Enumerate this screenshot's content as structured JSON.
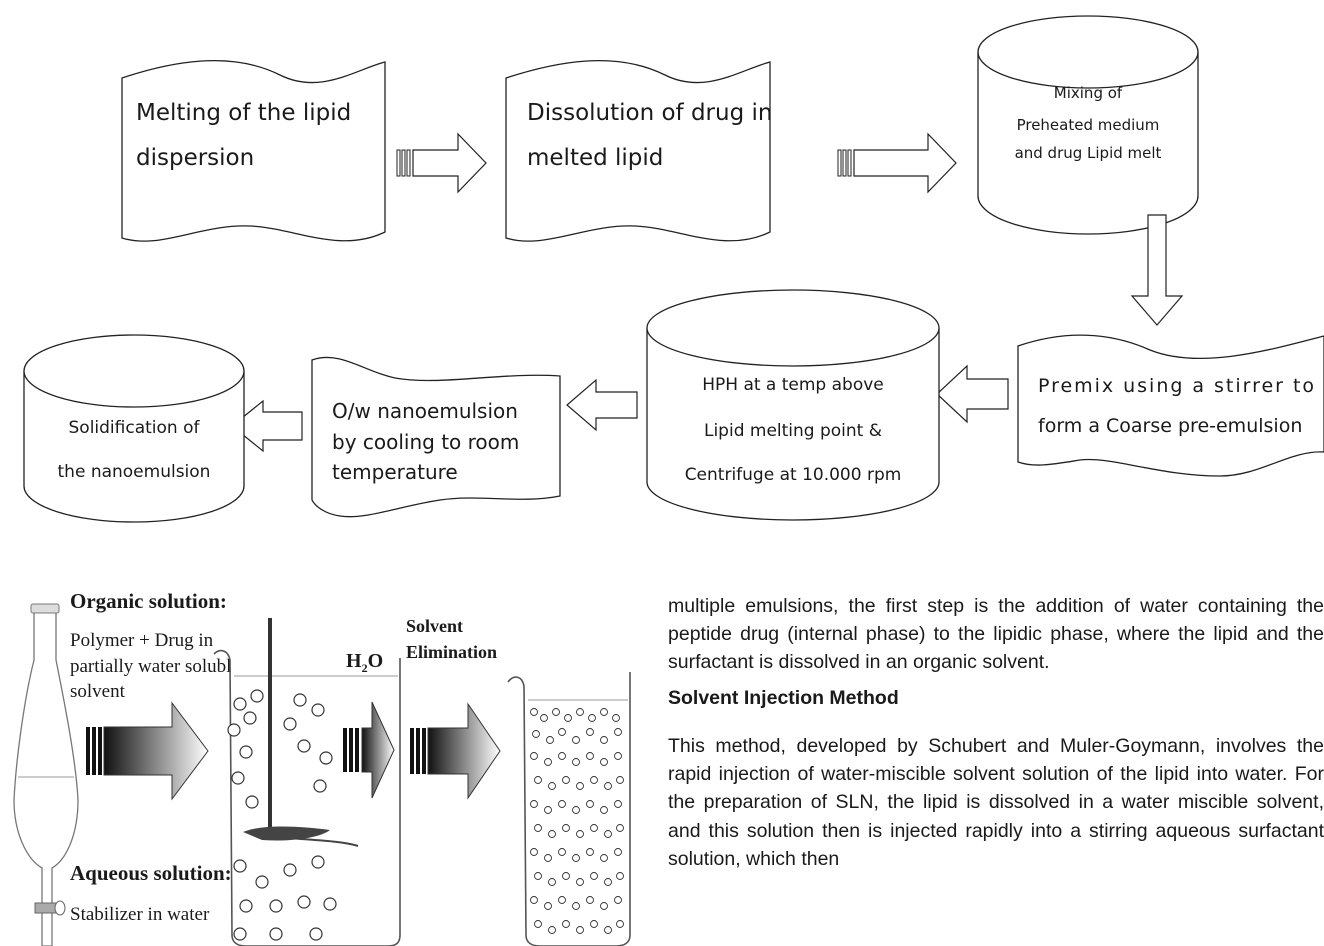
{
  "flowchart": {
    "melting": [
      "Melting of the lipid",
      "dispersion"
    ],
    "dissolution": [
      "Dissolution of drug in",
      "melted lipid"
    ],
    "mixing": [
      "Mixing of",
      "Preheated medium",
      "and drug Lipid melt"
    ],
    "premix": [
      "Premix using a stirrer to",
      "form a Coarse pre-emulsion"
    ],
    "hph": [
      "HPH at a temp above",
      "Lipid melting point &",
      "Centrifuge at 10.000 rpm"
    ],
    "ow": [
      "O/w nanoemulsion",
      "by cooling to room",
      "temperature"
    ],
    "solidification": [
      "Solidification of",
      "the nanoemulsion"
    ]
  },
  "apparatus": {
    "organic_title": "Organic solution:",
    "organic_desc": [
      "Polymer + Drug in",
      "partially water soluble",
      "solvent"
    ],
    "aqueous_title": "Aqueous solution:",
    "aqueous_desc": "Stabilizer in water",
    "h2o": "H",
    "h2o_sub": "2",
    "h2o_end": "O",
    "solvent_elim": [
      "Solvent",
      "Elimination"
    ]
  },
  "text": {
    "paragraph1": "multiple emulsions, the first step is the addition of water containing the peptide drug (internal phase) to the lipidic phase, where the lipid and the surfactant is dissolved in an organic solvent.",
    "heading": "Solvent Injection Method",
    "paragraph2": "This method, developed by Schubert and Muler-Goymann, involves the rapid injection of water-miscible solvent solution of the lipid into water. For the preparation of SLN, the lipid is dissolved in a water miscible solvent, and this solution then is injected rapidly into a stirring aqueous surfactant solution, which then"
  }
}
